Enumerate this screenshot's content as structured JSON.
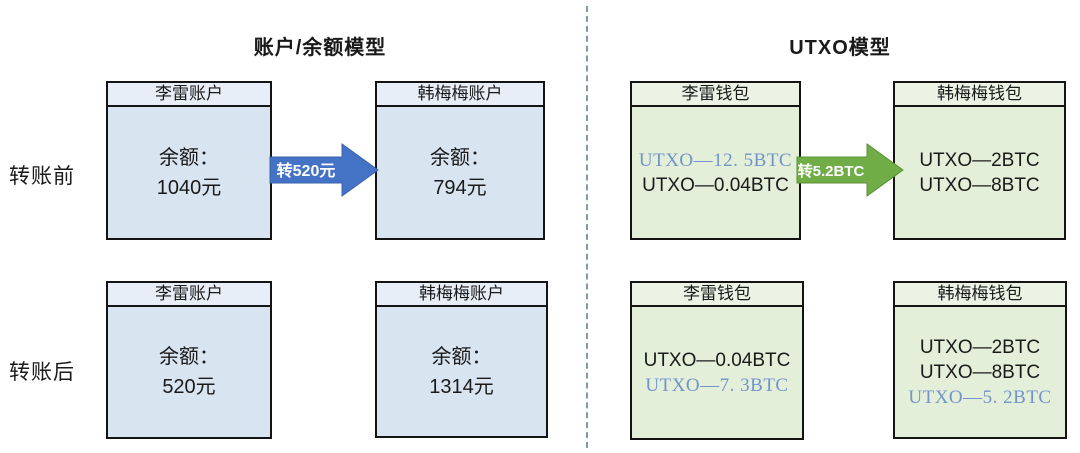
{
  "titles": {
    "account_model": "账户/余额模型",
    "utxo_model": "UTXO模型"
  },
  "row_labels": {
    "before": "转账前",
    "after": "转账后"
  },
  "account_model": {
    "before": {
      "sender": {
        "header": "李雷账户",
        "line1": "余额：",
        "line2": "1040元"
      },
      "arrow_label": "转520元",
      "receiver": {
        "header": "韩梅梅账户",
        "line1": "余额：",
        "line2": "794元"
      }
    },
    "after": {
      "sender": {
        "header": "李雷账户",
        "line1": "余额：",
        "line2": "520元"
      },
      "receiver": {
        "header": "韩梅梅账户",
        "line1": "余额：",
        "line2": "1314元"
      }
    }
  },
  "utxo_model": {
    "before": {
      "sender": {
        "header": "李雷钱包",
        "line1": "UTXO—12. 5BTC",
        "line2": "UTXO—0.04BTC"
      },
      "arrow_label": "转5.2BTC",
      "receiver": {
        "header": "韩梅梅钱包",
        "line1": "UTXO—2BTC",
        "line2": "UTXO—8BTC"
      }
    },
    "after": {
      "sender": {
        "header": "李雷钱包",
        "line1": "UTXO—0.04BTC",
        "line2": "UTXO—7. 3BTC"
      },
      "receiver": {
        "header": "韩梅梅钱包",
        "line1": "UTXO—2BTC",
        "line2": "UTXO—8BTC",
        "line3": "UTXO—5. 2BTC"
      }
    }
  },
  "colors": {
    "blue-box-body": "#d9e4f1",
    "blue-box-header": "#e7eef7",
    "green-box-body": "#e3efd9",
    "green-box-header": "#ecf3e4",
    "arrow-blue": "#4472c4",
    "arrow-blue-edge": "#3a62ae",
    "arrow-green": "#70ad47",
    "arrow-green-edge": "#5a9138",
    "utxo-highlight": "#7293cb",
    "divider": "#7d99b8",
    "box-border": "#141414",
    "text": "#1a1a1a"
  }
}
